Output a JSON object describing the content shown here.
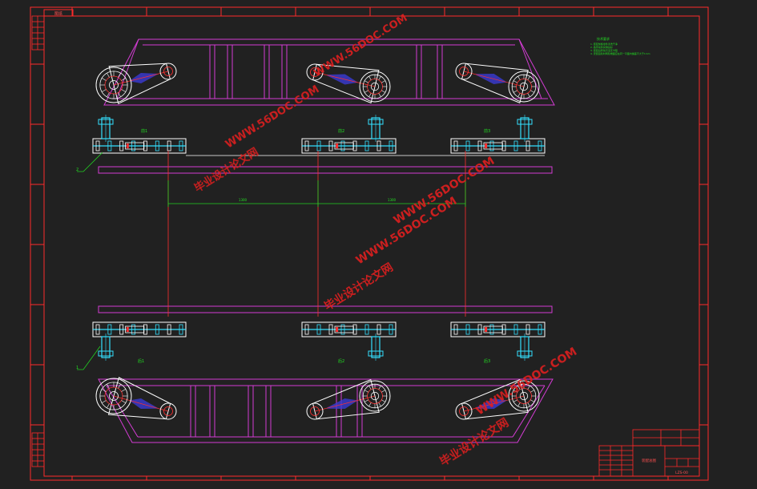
{
  "colors": {
    "background": "#212121",
    "frame": "#ff2a2a",
    "frame_structure": "#d43cd4",
    "shaft": "#33e0ff",
    "gear": "#3b3bd6",
    "dimension": "#22d022",
    "centerline": "#ff3030",
    "outline": "#ffffff",
    "watermark": "#e02020"
  },
  "title_tab": "图纸",
  "station_labels": {
    "top": [
      "前1",
      "前2",
      "前3"
    ],
    "bottom": [
      "后1",
      "后2",
      "后3"
    ]
  },
  "leader_labels": [
    "2",
    "1"
  ],
  "dimensions": [
    "1300",
    "1300"
  ],
  "notes": {
    "heading": "技术要求",
    "lines": [
      "1. 装配前各零件清洗干净",
      "2. 各传动件润滑良好",
      "3. 装配后转动灵活无卡阻",
      "4. 安装链轮时两轮端面应在同一平面内偏差不大于1mm"
    ]
  },
  "title_block": {
    "drawing_title": "装配总图",
    "drawing_number": "LZS-00"
  },
  "watermark": {
    "url": "WWW.56DOC.COM",
    "site": "毕业设计论文网"
  }
}
